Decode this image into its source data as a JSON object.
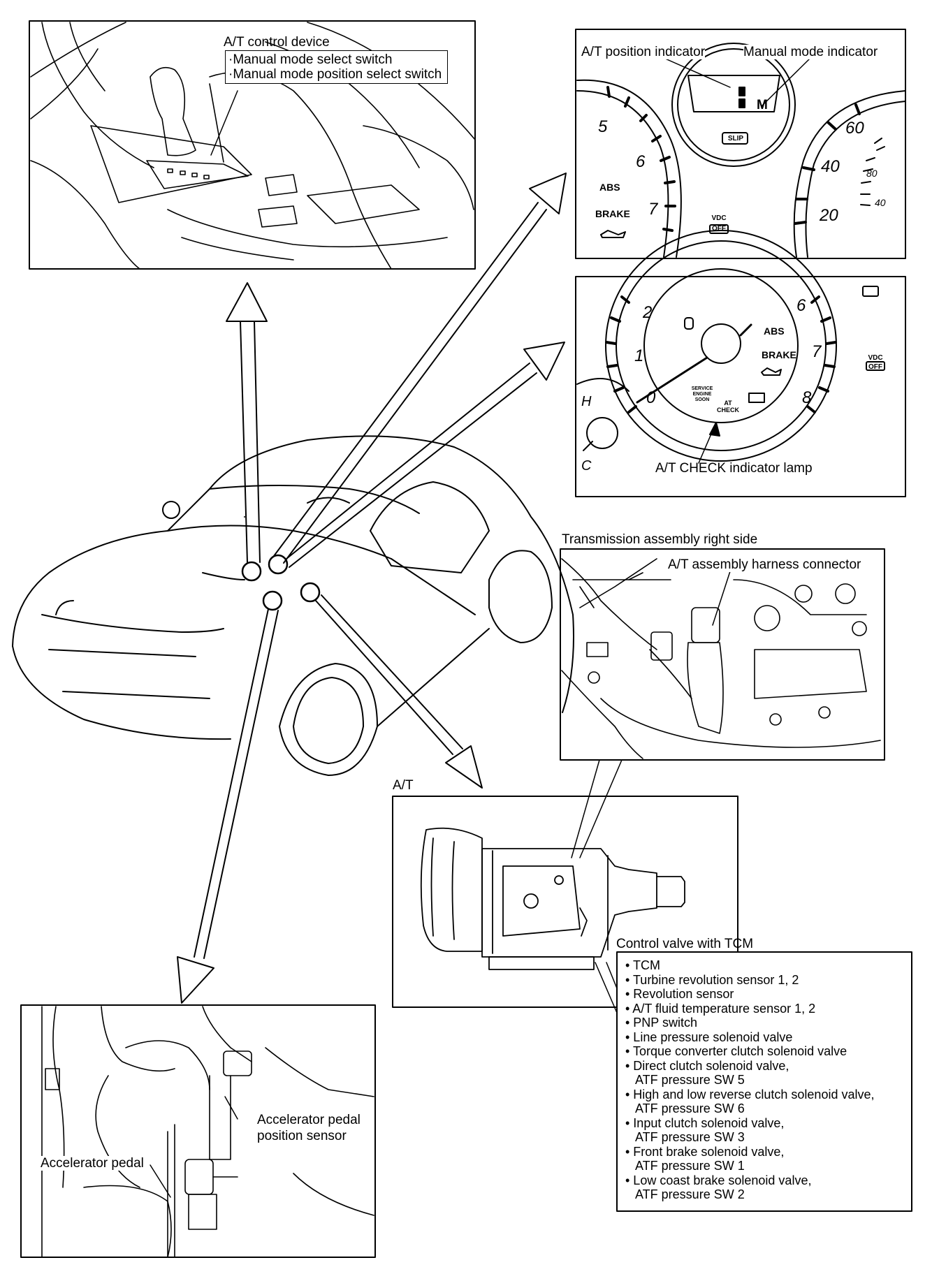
{
  "control_device": {
    "title": "A/T control device",
    "items": [
      "·Manual mode select switch",
      "·Manual mode position select switch"
    ]
  },
  "cluster_top": {
    "position_indicator": "A/T position indicator",
    "manual_indicator": "Manual mode indicator",
    "gear_letter": "M",
    "slip": "SLIP",
    "abs": "ABS",
    "brake": "BRAKE",
    "vdc": "VDC",
    "off": "OFF",
    "tach_numbers": [
      "5",
      "6",
      "7"
    ],
    "speed_numbers": [
      "60",
      "40",
      "20"
    ],
    "speed_small": [
      "80",
      "40"
    ]
  },
  "cluster_check": {
    "lamp_label": "A/T CHECK indicator lamp",
    "abs": "ABS",
    "brake": "BRAKE",
    "vdc": "VDC",
    "off": "OFF",
    "at": "AT",
    "check": "CHECK",
    "service": "SERVICE",
    "engine": "ENGINE",
    "soon": "SOON",
    "numbers": [
      "2",
      "1",
      "0",
      "6",
      "7",
      "8"
    ],
    "temp_h": "H",
    "temp_c": "C"
  },
  "transmission_side": {
    "title": "Transmission assembly right side",
    "connector": "A/T assembly harness connector"
  },
  "at": {
    "title": "A/T",
    "control_valve": "Control valve with TCM"
  },
  "tcm_list": [
    "• TCM",
    "• Turbine revolution sensor 1, 2",
    "• Revolution sensor",
    "• A/T fluid temperature sensor 1, 2",
    "• PNP switch",
    "• Line pressure solenoid valve",
    "• Torque converter clutch solenoid valve",
    "• Direct clutch solenoid valve,",
    "   ATF pressure SW 5",
    "• High and low reverse clutch solenoid valve,",
    "   ATF pressure SW 6",
    "• Input clutch solenoid valve,",
    "   ATF pressure SW 3",
    "• Front brake solenoid valve,",
    "   ATF pressure SW 1",
    "• Low coast brake solenoid valve,",
    "   ATF pressure SW 2"
  ],
  "pedal": {
    "sensor_line1": "Accelerator pedal",
    "sensor_line2": "position sensor",
    "pedal_label": "Accelerator pedal"
  }
}
